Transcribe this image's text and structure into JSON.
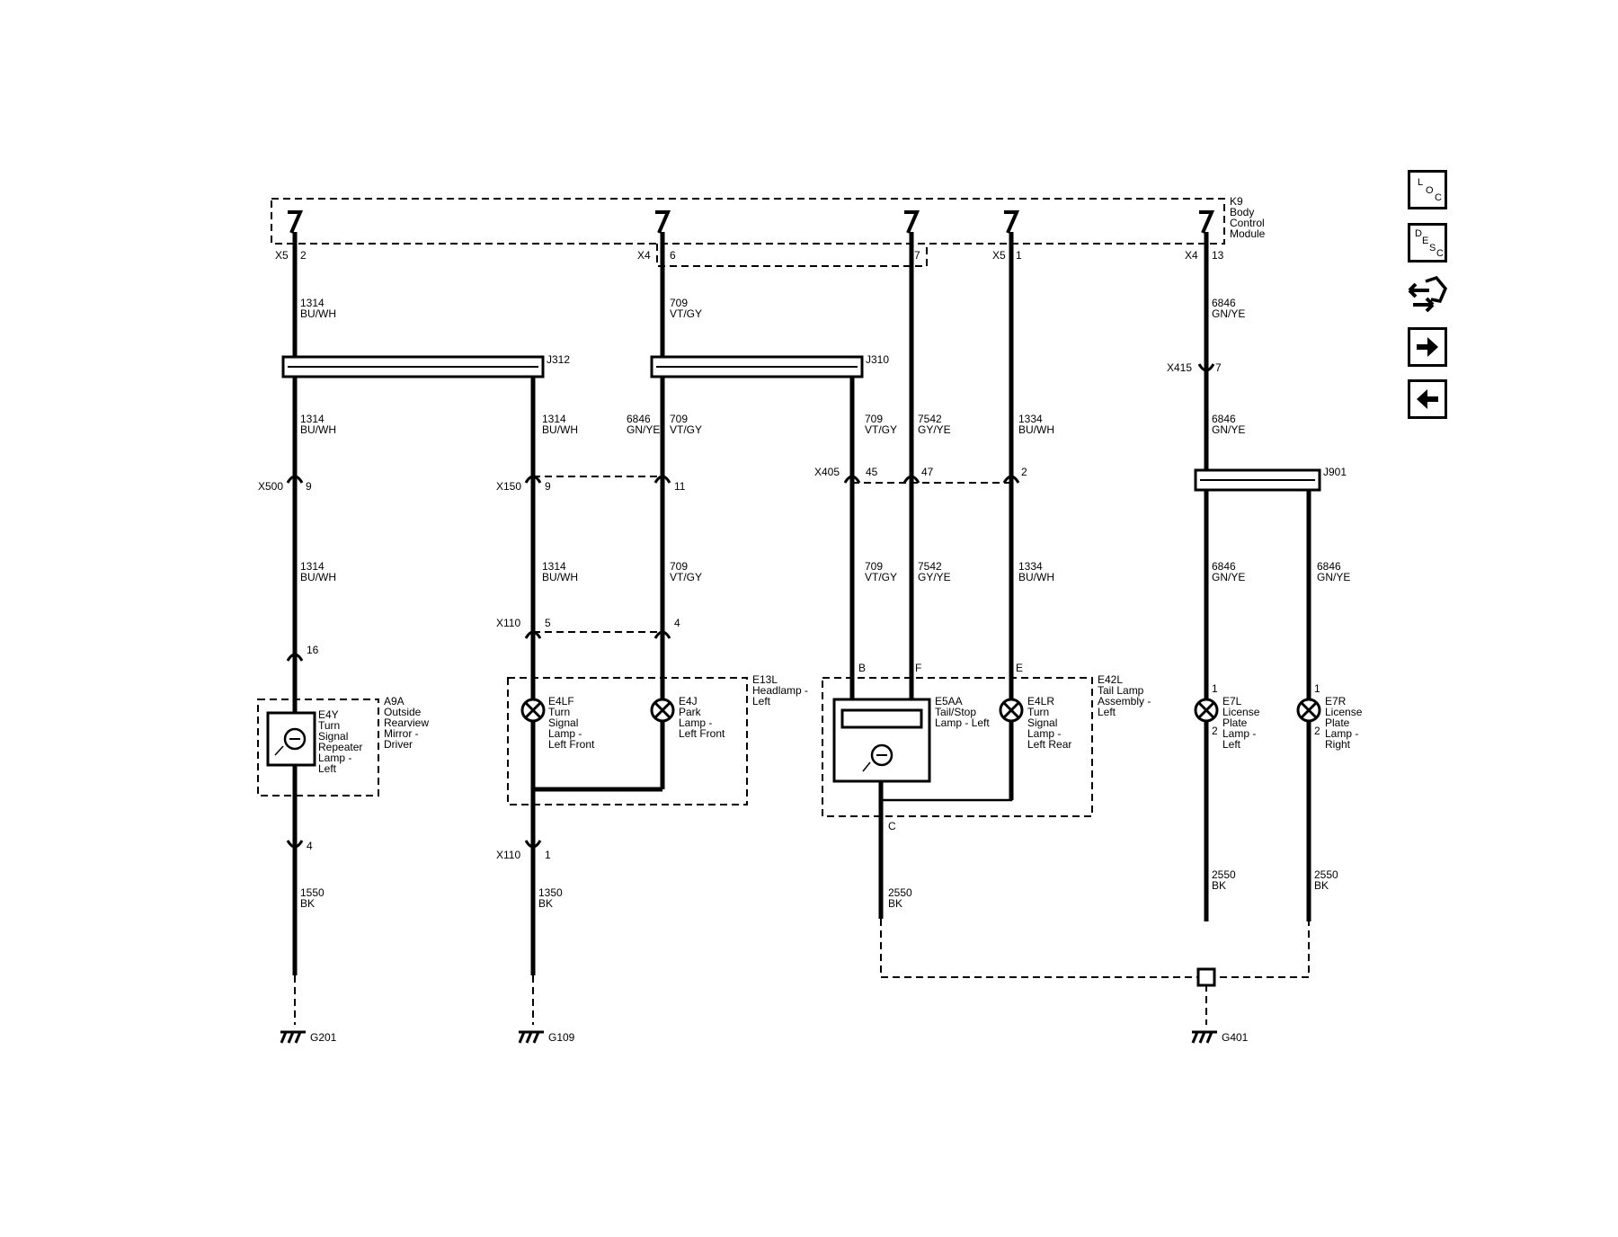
{
  "module": {
    "id": "K9",
    "name_lines": [
      "Body",
      "Control",
      "Module"
    ]
  },
  "bcm_pins": [
    {
      "conn": "X5",
      "pin": "2"
    },
    {
      "conn": "X4",
      "pin": "6"
    },
    {
      "conn": "",
      "pin": "7"
    },
    {
      "conn": "X5",
      "pin": "1"
    },
    {
      "conn": "X4",
      "pin": "13"
    }
  ],
  "splices": [
    "J312",
    "J310",
    "J901"
  ],
  "inline_connectors": [
    {
      "conn": "X500",
      "pins": [
        "9"
      ]
    },
    {
      "conn": "X150",
      "pins": [
        "9",
        "11"
      ]
    },
    {
      "conn": "X110",
      "pins": [
        "5",
        "4"
      ]
    },
    {
      "conn": "X405",
      "pins": [
        "45",
        "47",
        "2"
      ]
    },
    {
      "conn": "X415",
      "pins": [
        "7"
      ]
    },
    {
      "conn": "X110",
      "pins": [
        "1"
      ]
    }
  ],
  "misc_pins": [
    "16",
    "4",
    "B",
    "F",
    "E",
    "C",
    "1",
    "2",
    "1",
    "2"
  ],
  "wires": [
    {
      "circuit": "1314",
      "color": "BU/WH"
    },
    {
      "circuit": "709",
      "color": "VT/GY"
    },
    {
      "circuit": "6846",
      "color": "GN/YE"
    },
    {
      "circuit": "1314",
      "color": "BU/WH"
    },
    {
      "circuit": "1314",
      "color": "BU/WH"
    },
    {
      "circuit": "6846",
      "color": "GN/YE"
    },
    {
      "circuit": "709",
      "color": "VT/GY"
    },
    {
      "circuit": "709",
      "color": "VT/GY"
    },
    {
      "circuit": "7542",
      "color": "GY/YE"
    },
    {
      "circuit": "1334",
      "color": "BU/WH"
    },
    {
      "circuit": "6846",
      "color": "GN/YE"
    },
    {
      "circuit": "1314",
      "color": "BU/WH"
    },
    {
      "circuit": "1314",
      "color": "BU/WH"
    },
    {
      "circuit": "709",
      "color": "VT/GY"
    },
    {
      "circuit": "709",
      "color": "VT/GY"
    },
    {
      "circuit": "7542",
      "color": "GY/YE"
    },
    {
      "circuit": "1334",
      "color": "BU/WH"
    },
    {
      "circuit": "6846",
      "color": "GN/YE"
    },
    {
      "circuit": "6846",
      "color": "GN/YE"
    },
    {
      "circuit": "1550",
      "color": "BK"
    },
    {
      "circuit": "1350",
      "color": "BK"
    },
    {
      "circuit": "2550",
      "color": "BK"
    },
    {
      "circuit": "2550",
      "color": "BK"
    },
    {
      "circuit": "2550",
      "color": "BK"
    }
  ],
  "components": [
    {
      "id": "E4Y",
      "lines": [
        "Turn",
        "Signal",
        "Repeater",
        "Lamp -",
        "Left"
      ]
    },
    {
      "id": "A9A",
      "lines": [
        "Outside",
        "Rearview",
        "Mirror -",
        "Driver"
      ]
    },
    {
      "id": "E4LF",
      "lines": [
        "Turn",
        "Signal",
        "Lamp -",
        "Left Front"
      ]
    },
    {
      "id": "E4J",
      "lines": [
        "Park",
        "Lamp -",
        "Left Front"
      ]
    },
    {
      "id": "E13L",
      "lines": [
        "Headlamp -",
        "Left"
      ]
    },
    {
      "id": "E5AA",
      "lines": [
        "Tail/Stop",
        "Lamp - Left"
      ]
    },
    {
      "id": "E4LR",
      "lines": [
        "Turn",
        "Signal",
        "Lamp -",
        "Left Rear"
      ]
    },
    {
      "id": "E42L",
      "lines": [
        "Tail Lamp",
        "Assembly -",
        "Left"
      ]
    },
    {
      "id": "E7L",
      "lines": [
        "License",
        "Plate",
        "Lamp -",
        "Left"
      ]
    },
    {
      "id": "E7R",
      "lines": [
        "License",
        "Plate",
        "Lamp -",
        "Right"
      ]
    }
  ],
  "grounds": [
    "G201",
    "G109",
    "G401"
  ],
  "nav": {
    "loc": [
      "L",
      "O",
      "C"
    ],
    "desc": [
      "D",
      "E",
      "S",
      "C"
    ]
  }
}
